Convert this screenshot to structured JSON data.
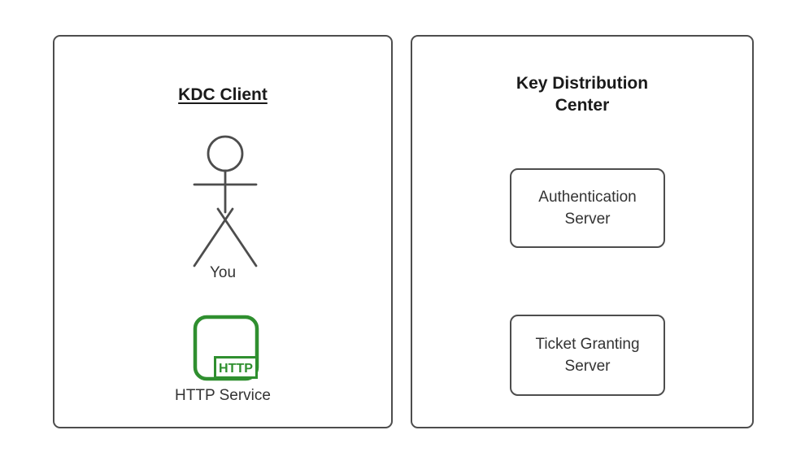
{
  "canvas": {
    "background": "#ffffff",
    "shape_border_color": "#4d4d4d",
    "title_color": "#1a1a1a",
    "body_text_color": "#333333",
    "accent_green": "#2f8f2f"
  },
  "left_panel": {
    "title": "KDC Client",
    "actor": {
      "label": "You"
    },
    "http_service": {
      "badge": "HTTP",
      "label": "HTTP Service"
    }
  },
  "right_panel": {
    "title": "Key Distribution Center",
    "boxes": [
      {
        "label": "Authentication Server"
      },
      {
        "label": "Ticket Granting Server"
      }
    ]
  }
}
